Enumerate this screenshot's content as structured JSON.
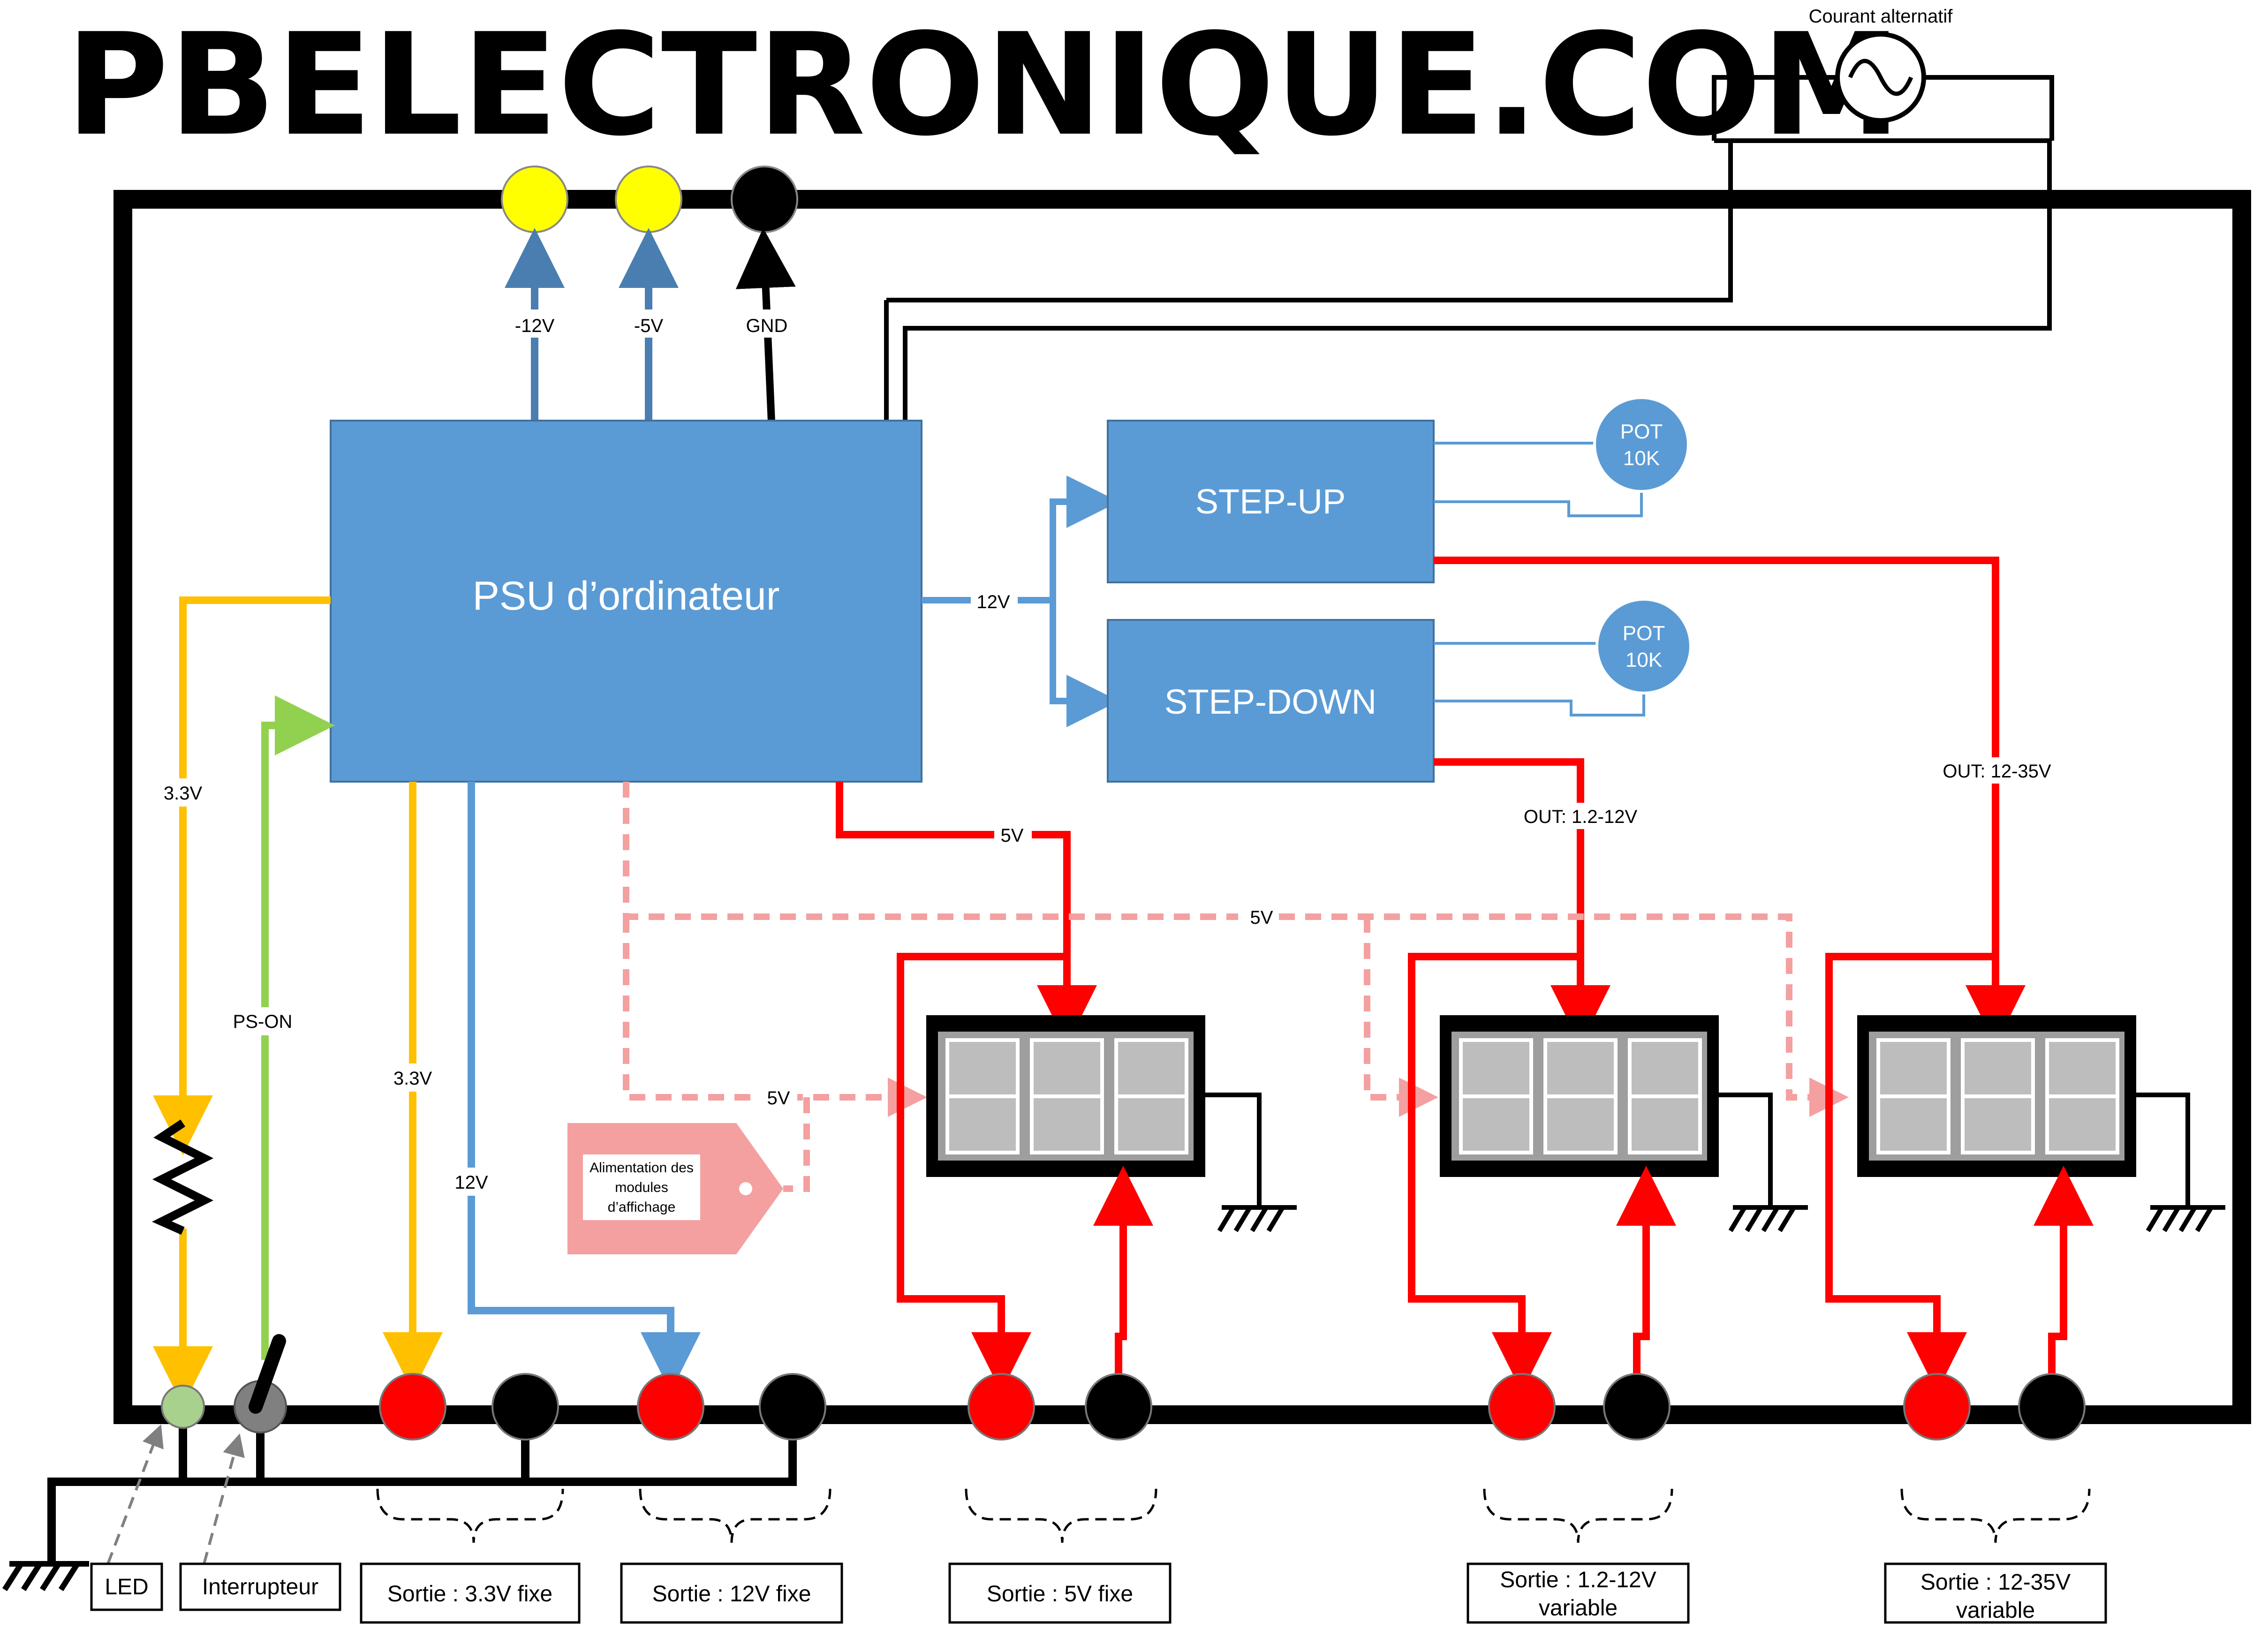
{
  "title": "PBELECTRONIQUE.COM",
  "ac_source": {
    "label": "Courant alternatif"
  },
  "psu": {
    "label": "PSU d’ordinateur"
  },
  "step_up": {
    "label": "STEP-UP",
    "pot_line1": "POT",
    "pot_line2": "10K",
    "out_label": "OUT: 12-35V"
  },
  "step_down": {
    "label": "STEP-DOWN",
    "pot_line1": "POT",
    "pot_line2": "10K",
    "out_label": "OUT: 1.2-12V"
  },
  "wire_labels": {
    "minus12": "-12V",
    "minus5": "-5V",
    "gnd": "GND",
    "v12_psu": "12V",
    "v33_left": "3.3V",
    "ps_on": "PS-ON",
    "v33_out": "3.3V",
    "v12_out": "12V",
    "v5_red": "5V",
    "v5_dashed_top": "5V",
    "v5_dashed_left": "5V"
  },
  "tag": {
    "line1": "Alimentation des",
    "line2": "modules",
    "line3": "d’affichage"
  },
  "colors": {
    "block": "#5B9BD5",
    "yellow": "#FFFF00",
    "orange": "#FFC000",
    "green": "#92D050",
    "red": "#FF0000",
    "pink": "#F4A0A0",
    "steel": "#4A7EB0"
  },
  "labels": {
    "led": "LED",
    "interrupteur": "Interrupteur",
    "out_33": "Sortie : 3.3V fixe",
    "out_12": "Sortie : 12V fixe",
    "out_5": "Sortie : 5V fixe",
    "out_var12_l1": "Sortie : 1.2-12V",
    "out_var12_l2": "variable",
    "out_var35_l1": "Sortie : 12-35V",
    "out_var35_l2": "variable"
  }
}
